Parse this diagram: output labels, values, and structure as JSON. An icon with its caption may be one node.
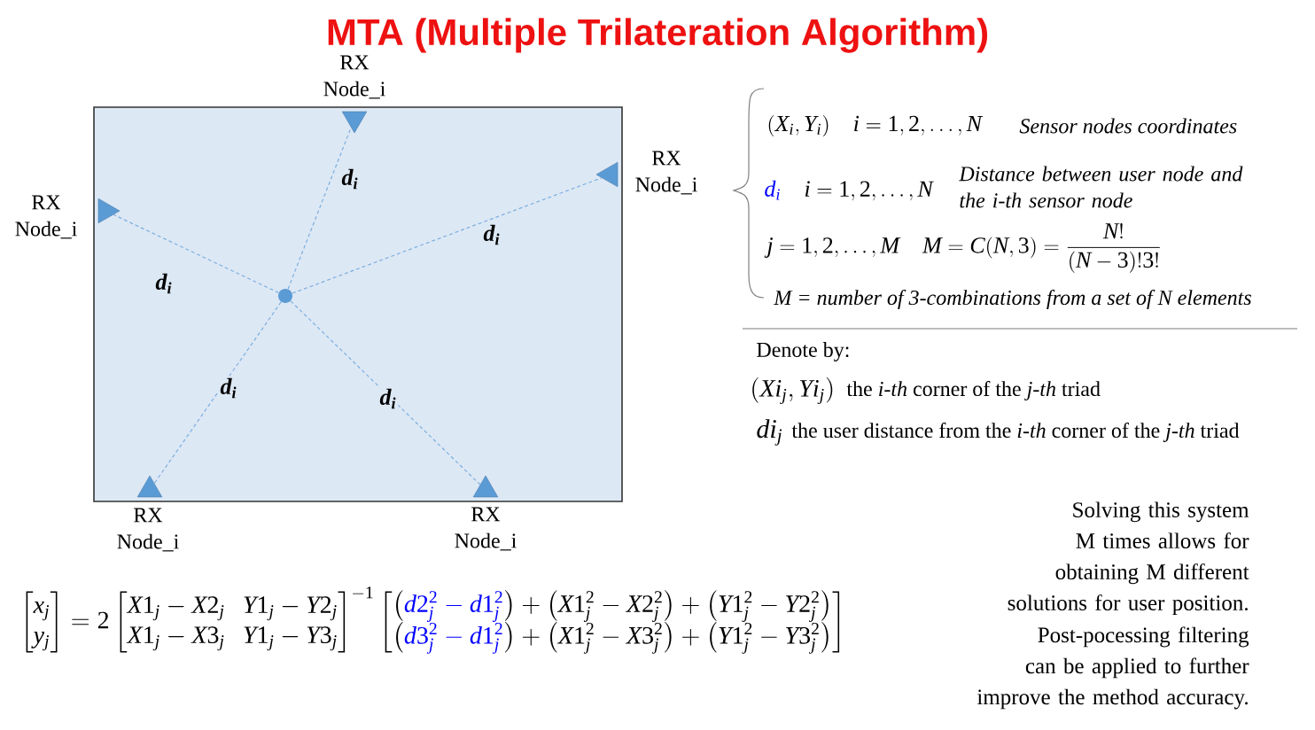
{
  "diagram": {
    "title": "MTA (Multiple Trilateration Algorithm)",
    "nodes": [
      {
        "text": [],
        "shape": "box"
      },
      {
        "text": [],
        "shape": "triangle",
        "beside": [
          "RX Node_i"
        ],
        "in": 0
      },
      {
        "text": [],
        "shape": "triangle",
        "beside": [
          "RX Node_i"
        ],
        "in": 0
      },
      {
        "text": [],
        "shape": "triangle",
        "beside": [
          "RX Node_i"
        ],
        "in": 0
      },
      {
        "text": [],
        "shape": "circle",
        "in": 0
      },
      {
        "text": [],
        "shape": "triangle",
        "beside": [
          "RX Node_i"
        ],
        "in": 0
      },
      {
        "text": [],
        "shape": "triangle",
        "beside": [
          "RX Node_i"
        ],
        "in": 0
      }
    ],
    "edges": [
      {
        "from": 4,
        "to": 1,
        "arrow": "none",
        "style": "dashed",
        "label": "*d*$_{i}$"
      },
      {
        "from": 4,
        "to": 2,
        "arrow": "none",
        "style": "dashed",
        "label": "*d*$_{i}$"
      },
      {
        "from": 4,
        "to": 3,
        "arrow": "none",
        "style": "dashed",
        "label": "*d*$_{i}$"
      },
      {
        "from": 4,
        "to": 5,
        "arrow": "none",
        "style": "dashed",
        "label": "*d*$_{i}$"
      },
      {
        "from": 4,
        "to": 6,
        "arrow": "none",
        "style": "dashed",
        "label": "*d*$_{i}$"
      }
    ],
    "labels": [
      "(X_i,Y_i)\\quad i=1,2,\\ldots,N",
      "Sensor nodes coordinates",
      "{\\color{blue}d_i}\\quad i=1,2,\\ldots,N",
      "Distance between user node and the i-th sensor node",
      "j=1,2,\\ldots,M\\quad M=C(N,3)=\\frac{N!}{(N-3)!3!}",
      "M = number of 3-combinations from a set of N elements",
      "Denote by:",
      "(Xi_j,Yi_j)",
      "the *i-th* corner of the *j-th* triad",
      "di_j",
      "the user distance from the *i-th* corner of the *j-th* triad",
      "\\begin{bmatrix}x_j\\\\ y_j\\end{bmatrix}=2\\begin{bmatrix}X1_j-X2_j & Y1_j-Y2_j\\\\ X1_j-X3_j & Y1_j-Y3_j\\end{bmatrix}^{-1}\\begin{bmatrix}\\left({\\color{blue}d2_j^2-d1_j^2}\\right)+\\left(X1_j^2-X2_j^2\\right)+\\left(Y1_j^2-Y2_j^2\\right)\\\\ \\left({\\color{blue}d3_j^2-d1_j^2}\\right)+\\left(X1_j^2-X3_j^2\\right)+\\left(Y1_j^2-Y3_j^2\\right)\\end{bmatrix}",
      "Solving this system M times allows for obtaining M different solutions for user position.",
      "Post-pocessing filtering can be applied to further improve the method accuracy."
    ]
  }
}
